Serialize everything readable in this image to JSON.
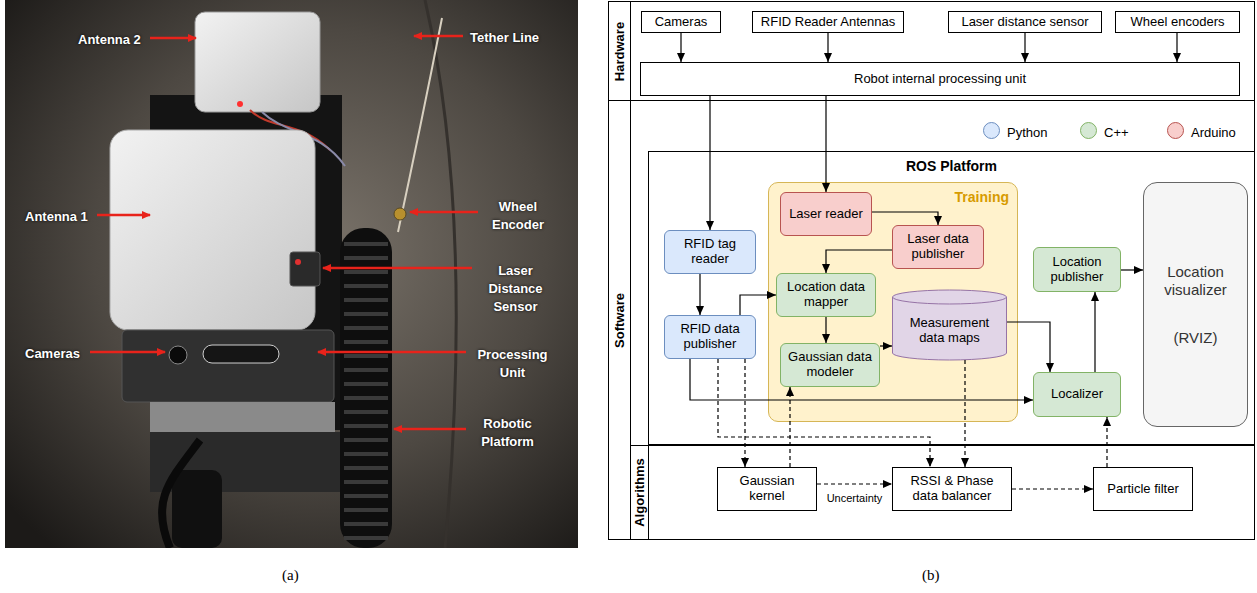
{
  "diagram": {
    "nodes": [
      {
        "text": [
          "Hardware"
        ]
      },
      {
        "text": [
          "Cameras"
        ],
        "in": 0
      },
      {
        "text": [
          "RFID Reader Antennas"
        ],
        "in": 0
      },
      {
        "text": [
          "Laser distance sensor"
        ],
        "in": 0
      },
      {
        "text": [
          "Wheel encoders"
        ],
        "in": 0
      },
      {
        "text": [
          "Robot internal processing unit"
        ],
        "in": 0
      },
      {
        "text": [
          "Software"
        ]
      },
      {
        "text": [
          "ROS Platform"
        ],
        "in": 6
      },
      {
        "text": [
          "RFID tag reader"
        ],
        "in": 7
      },
      {
        "text": [
          "RFID data publisher"
        ],
        "in": 7
      },
      {
        "text": [
          "Training"
        ],
        "in": 7
      },
      {
        "text": [
          "Laser reader"
        ],
        "in": 10
      },
      {
        "text": [
          "Laser data publisher"
        ],
        "in": 10
      },
      {
        "text": [
          "Location data mapper"
        ],
        "in": 10
      },
      {
        "text": [
          "Gaussian data modeler"
        ],
        "in": 10
      },
      {
        "text": [
          "Measurement data maps"
        ],
        "in": 10
      },
      {
        "text": [
          "Location publisher"
        ],
        "in": 7
      },
      {
        "text": [
          "Localizer"
        ],
        "in": 7
      },
      {
        "text": [
          "Location visualizer",
          "(RVIZ)"
        ],
        "in": 7
      },
      {
        "text": [
          "Algorithms"
        ],
        "in": 6
      },
      {
        "text": [
          "Gaussian kernel"
        ],
        "in": 19
      },
      {
        "text": [
          "RSSI & Phase data balancer"
        ],
        "in": 19
      },
      {
        "text": [
          "Particle filter"
        ],
        "in": 19
      }
    ],
    "edges": [
      {
        "from": 1,
        "to": 5,
        "arrow": "to"
      },
      {
        "from": 2,
        "to": 5,
        "arrow": "to"
      },
      {
        "from": 3,
        "to": 5,
        "arrow": "to"
      },
      {
        "from": 4,
        "to": 5,
        "arrow": "to"
      },
      {
        "from": 5,
        "to": 8,
        "arrow": "to"
      },
      {
        "from": 5,
        "to": 11,
        "arrow": "to"
      },
      {
        "from": 8,
        "to": 9,
        "arrow": "to"
      },
      {
        "from": 11,
        "to": 12,
        "arrow": "to"
      },
      {
        "from": 12,
        "to": 13,
        "arrow": "to"
      },
      {
        "from": 9,
        "to": 13,
        "arrow": "to"
      },
      {
        "from": 13,
        "to": 14,
        "arrow": "to"
      },
      {
        "from": 14,
        "to": 15,
        "arrow": "to"
      },
      {
        "from": 15,
        "to": 17,
        "arrow": "to"
      },
      {
        "from": 9,
        "to": 17,
        "arrow": "to"
      },
      {
        "from": 9,
        "to": 20,
        "arrow": "to"
      },
      {
        "from": 9,
        "to": 21,
        "arrow": "to"
      },
      {
        "from": 15,
        "to": 21,
        "arrow": "to"
      },
      {
        "from": 20,
        "to": 21,
        "label": "Uncertainty",
        "arrow": "to"
      },
      {
        "from": 21,
        "to": 22,
        "arrow": "to"
      },
      {
        "from": 22,
        "to": 17,
        "arrow": "to"
      },
      {
        "from": 17,
        "to": 16,
        "arrow": "to"
      },
      {
        "from": 16,
        "to": 18,
        "arrow": "to"
      },
      {
        "from": 20,
        "to": 14,
        "arrow": "to"
      }
    ],
    "labels": [
      "Antenna 2",
      "Tether Line",
      "Wheel Encoder",
      "Antenna 1",
      "Laser Distance Sensor",
      "Cameras",
      "Processing Unit",
      "Robotic Platform",
      "(a)",
      "(b)"
    ],
    "legend": [
      {
        "text": "Python",
        "color": "#dae8fc"
      },
      {
        "text": "C++",
        "color": "#d5e8d4"
      },
      {
        "text": "Arduino",
        "color": "#f8cecc"
      }
    ]
  }
}
